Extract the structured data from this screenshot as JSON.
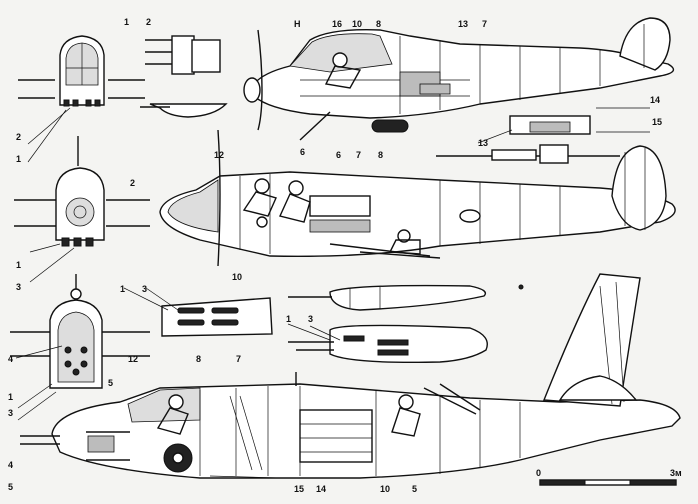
{
  "callouts": [
    {
      "id": "top-front-1",
      "text": "1"
    },
    {
      "id": "top-front-2",
      "text": "2"
    },
    {
      "id": "top-detail-1",
      "text": "1"
    },
    {
      "id": "top-detail-2",
      "text": "2"
    },
    {
      "id": "top-side-H",
      "text": "H"
    },
    {
      "id": "top-side-16",
      "text": "16"
    },
    {
      "id": "top-side-10",
      "text": "10"
    },
    {
      "id": "top-side-8",
      "text": "8"
    },
    {
      "id": "top-side-13",
      "text": "13"
    },
    {
      "id": "top-side-7",
      "text": "7"
    },
    {
      "id": "top-side-6",
      "text": "6"
    },
    {
      "id": "gun-13",
      "text": "13"
    },
    {
      "id": "gun-14",
      "text": "14"
    },
    {
      "id": "gun-15",
      "text": "15"
    },
    {
      "id": "mid-front-2",
      "text": "2"
    },
    {
      "id": "mid-front-1",
      "text": "1"
    },
    {
      "id": "mid-front-3",
      "text": "3"
    },
    {
      "id": "mid-side-12",
      "text": "12"
    },
    {
      "id": "mid-side-6",
      "text": "6"
    },
    {
      "id": "mid-side-7",
      "text": "7"
    },
    {
      "id": "mid-side-8",
      "text": "8"
    },
    {
      "id": "mid-side-10",
      "text": "10"
    },
    {
      "id": "tray-1",
      "text": "1"
    },
    {
      "id": "tray-3",
      "text": "3"
    },
    {
      "id": "pod-1",
      "text": "1"
    },
    {
      "id": "pod-3",
      "text": "3"
    },
    {
      "id": "bot-front-4",
      "text": "4"
    },
    {
      "id": "bot-front-5",
      "text": "5"
    },
    {
      "id": "bot-front-1",
      "text": "1"
    },
    {
      "id": "bot-front-3",
      "text": "3"
    },
    {
      "id": "bot-nose-4",
      "text": "4"
    },
    {
      "id": "bot-nose-5",
      "text": "5"
    },
    {
      "id": "bot-side-12",
      "text": "12"
    },
    {
      "id": "bot-side-8",
      "text": "8"
    },
    {
      "id": "bot-side-7",
      "text": "7"
    },
    {
      "id": "bot-side-15",
      "text": "15"
    },
    {
      "id": "bot-side-14",
      "text": "14"
    },
    {
      "id": "bot-side-10",
      "text": "10"
    },
    {
      "id": "bot-side-5",
      "text": "5"
    }
  ],
  "scale_bar": {
    "start": "0",
    "end": "3м"
  },
  "icons": [
    "aircraft-cutaway",
    "scale-bar"
  ]
}
